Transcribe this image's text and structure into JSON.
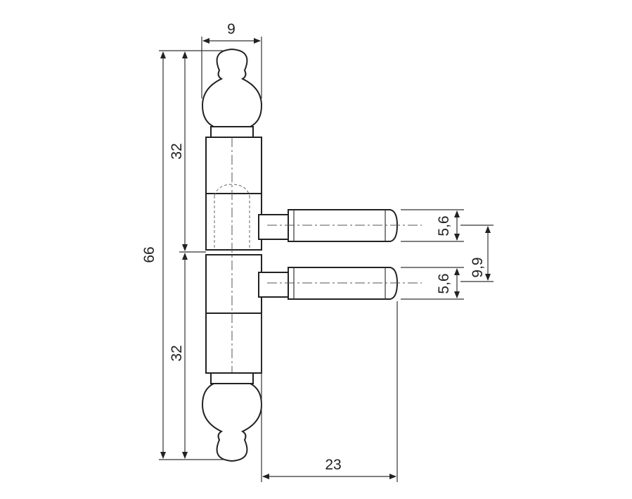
{
  "dimensions": {
    "top_width": "9",
    "total_height": "66",
    "upper_half": "32",
    "lower_half": "32",
    "pin_length": "23",
    "upper_pin_diameter": "5,6",
    "lower_pin_diameter": "5,6",
    "pin_spacing": "9,9"
  }
}
